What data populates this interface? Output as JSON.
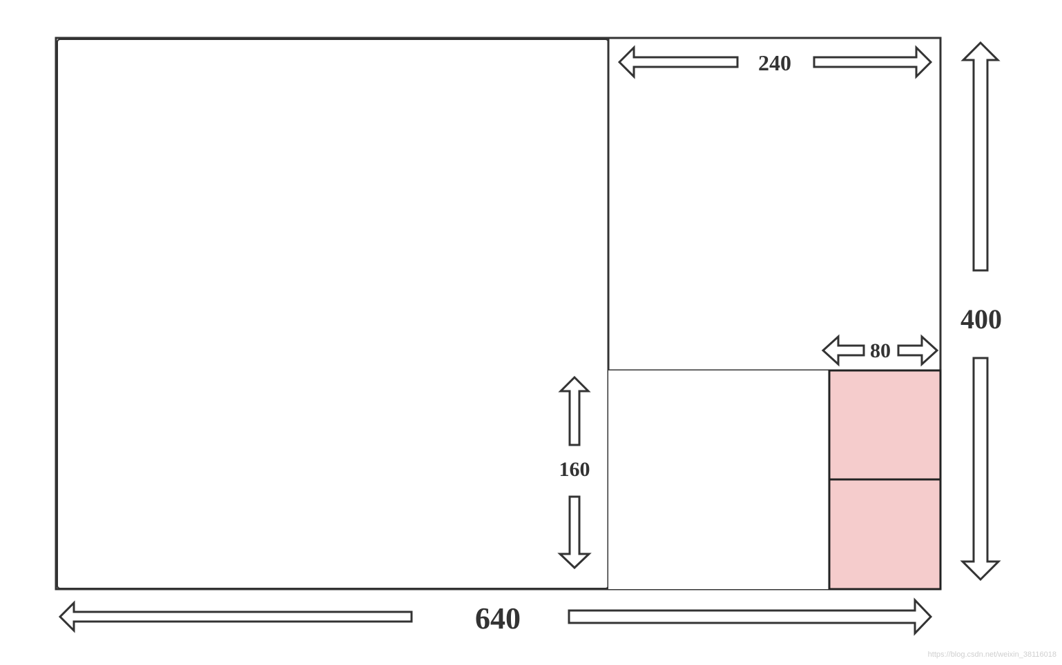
{
  "dimensions": {
    "width_label": "640",
    "height_label": "400",
    "square_label": "240",
    "small_height_label": "160",
    "small_width_label": "80"
  },
  "watermark": "https://blog.csdn.net/weixin_38116018",
  "colors": {
    "stroke": "#333333",
    "highlight_fill": "#f5cccc",
    "background": "#ffffff"
  },
  "icons": [
    "double-arrow-horizontal-icon",
    "double-arrow-vertical-icon"
  ]
}
